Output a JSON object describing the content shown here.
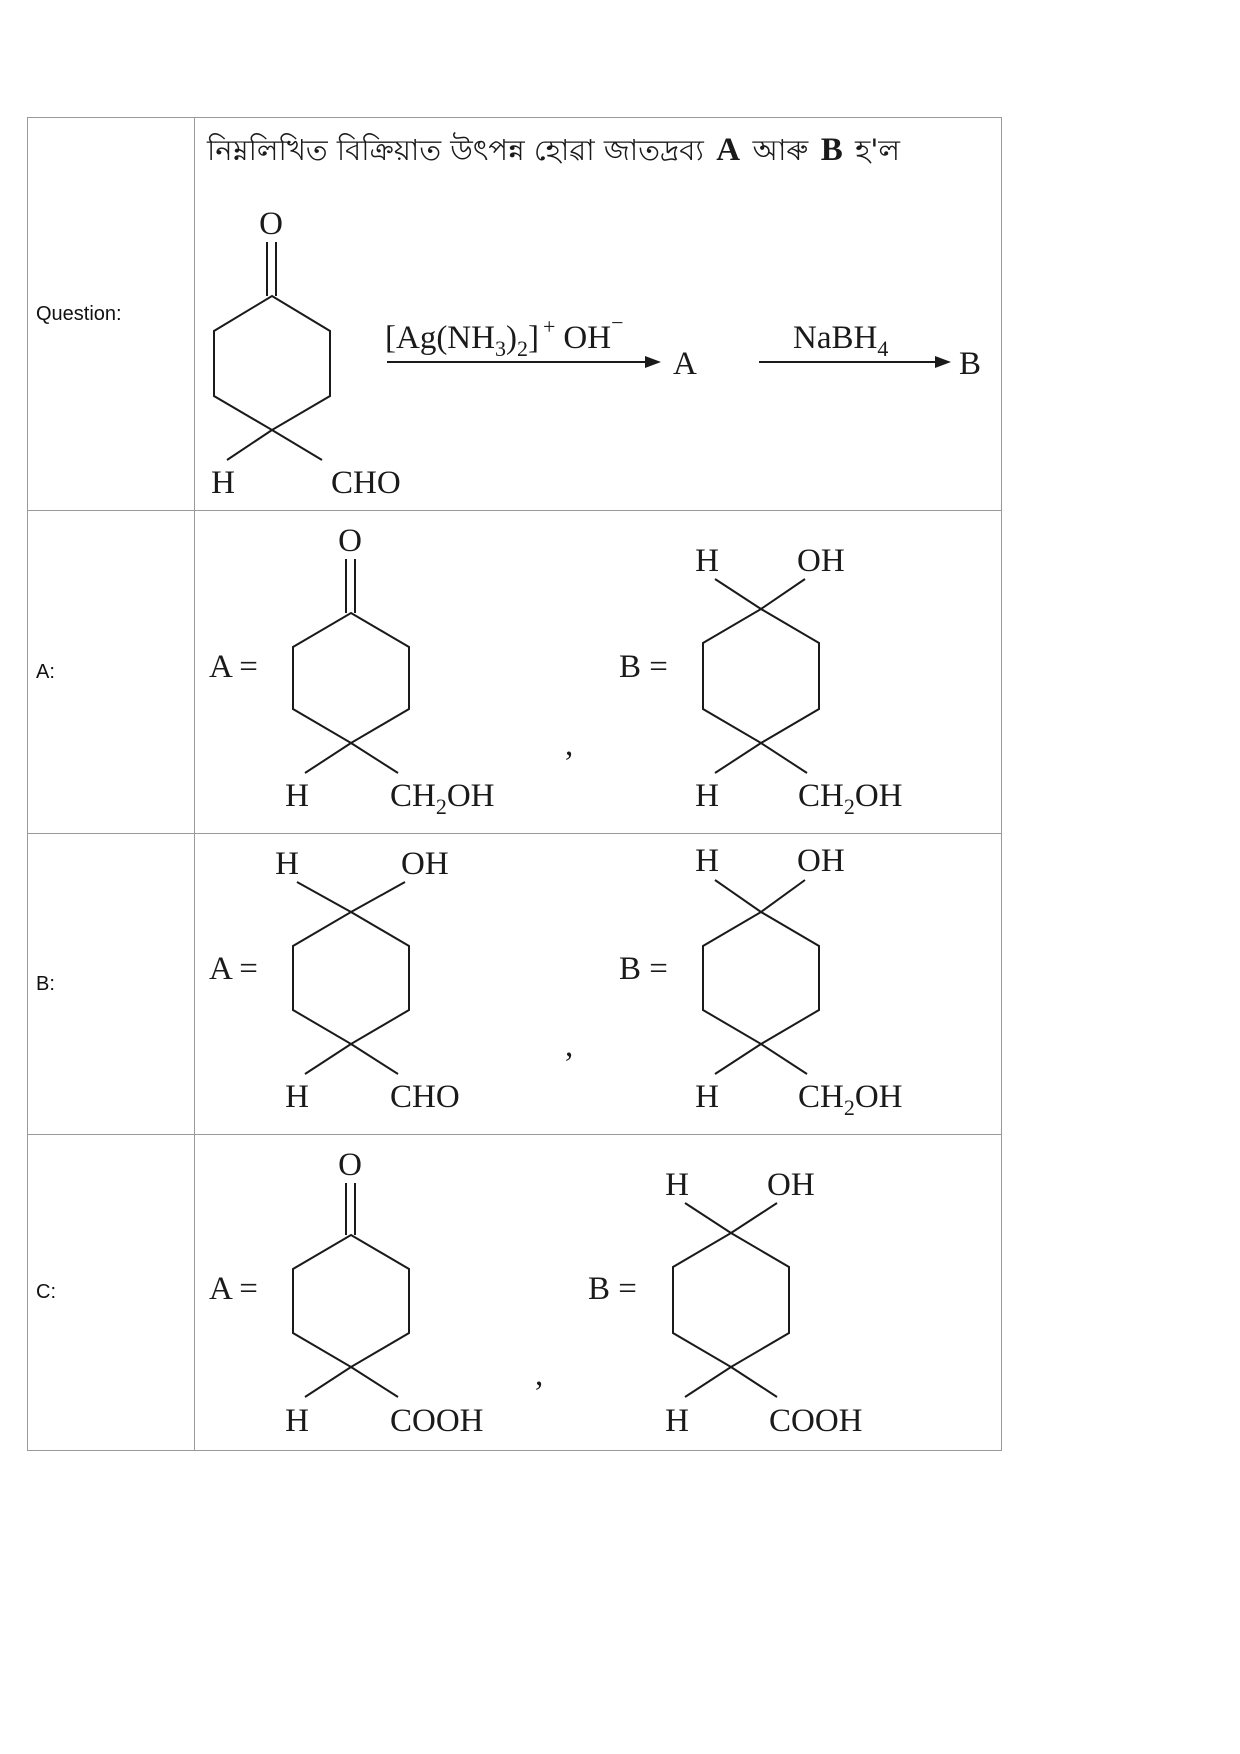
{
  "rows": [
    {
      "label": "Question:"
    },
    {
      "label": "A:"
    },
    {
      "label": "B:"
    },
    {
      "label": "C:"
    }
  ],
  "question": {
    "text_bengali": "নিম্নলিখিত বিক্ৰিয়াত উৎপন্ন হোৱা জাতদ্ৰব্য",
    "prod_a": "A",
    "conj": "আৰু",
    "prod_b": "B",
    "tail": "হ'ল",
    "substrate": {
      "top": "O",
      "left_sub": "H",
      "right_sub": "CHO"
    },
    "reagent1": {
      "text": "[Ag(NH",
      "sub1": "3",
      "mid": ")",
      "sub2": "2",
      "close": "]",
      "sup": "+",
      "oh": "OH",
      "charge": "−"
    },
    "intermediate": "A",
    "reagent2": {
      "text": "NaBH",
      "sub": "4"
    },
    "product": "B"
  },
  "options": {
    "A": {
      "a_label": "A =",
      "b_label": "B =",
      "sep": ",",
      "a": {
        "top": "O",
        "left_sub": "H",
        "right_sub_main": "CH",
        "right_sub_sub": "2",
        "right_sub_end": "OH"
      },
      "b": {
        "top_left": "H",
        "top_right": "OH",
        "left_sub": "H",
        "right_sub_main": "CH",
        "right_sub_sub": "2",
        "right_sub_end": "OH"
      }
    },
    "B": {
      "a_label": "A =",
      "b_label": "B =",
      "sep": ",",
      "a": {
        "top_left": "H",
        "top_right": "OH",
        "left_sub": "H",
        "right_sub": "CHO"
      },
      "b": {
        "top_left": "H",
        "top_right": "OH",
        "left_sub": "H",
        "right_sub_main": "CH",
        "right_sub_sub": "2",
        "right_sub_end": "OH"
      }
    },
    "C": {
      "a_label": "A =",
      "b_label": "B =",
      "sep": ",",
      "a": {
        "top": "O",
        "left_sub": "H",
        "right_sub": "COOH"
      },
      "b": {
        "top_left": "H",
        "top_right": "OH",
        "left_sub": "H",
        "right_sub": "COOH"
      }
    }
  }
}
